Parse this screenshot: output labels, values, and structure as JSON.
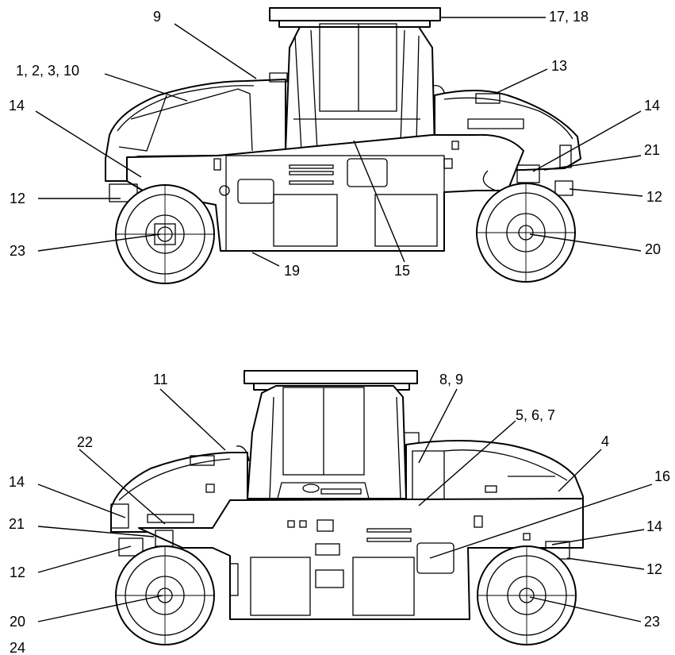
{
  "callouts": {
    "top": {
      "c9": "9",
      "c17_18": "17, 18",
      "c1_2_3_10": "1, 2, 3, 10",
      "c13": "13",
      "c14_left": "14",
      "c14_right": "14",
      "c21": "21",
      "c12_left": "12",
      "c12_right": "12",
      "c23": "23",
      "c20": "20",
      "c19": "19",
      "c15": "15"
    },
    "bottom": {
      "c11": "11",
      "c8_9": "8, 9",
      "c22": "22",
      "c5_6_7": "5, 6, 7",
      "c4": "4",
      "c14_left": "14",
      "c16": "16",
      "c21": "21",
      "c14_right": "14",
      "c12_left": "12",
      "c12_right": "12",
      "c20": "20",
      "c23": "23",
      "c24": "24"
    }
  },
  "colors": {
    "line": "#000000",
    "background": "#ffffff"
  }
}
